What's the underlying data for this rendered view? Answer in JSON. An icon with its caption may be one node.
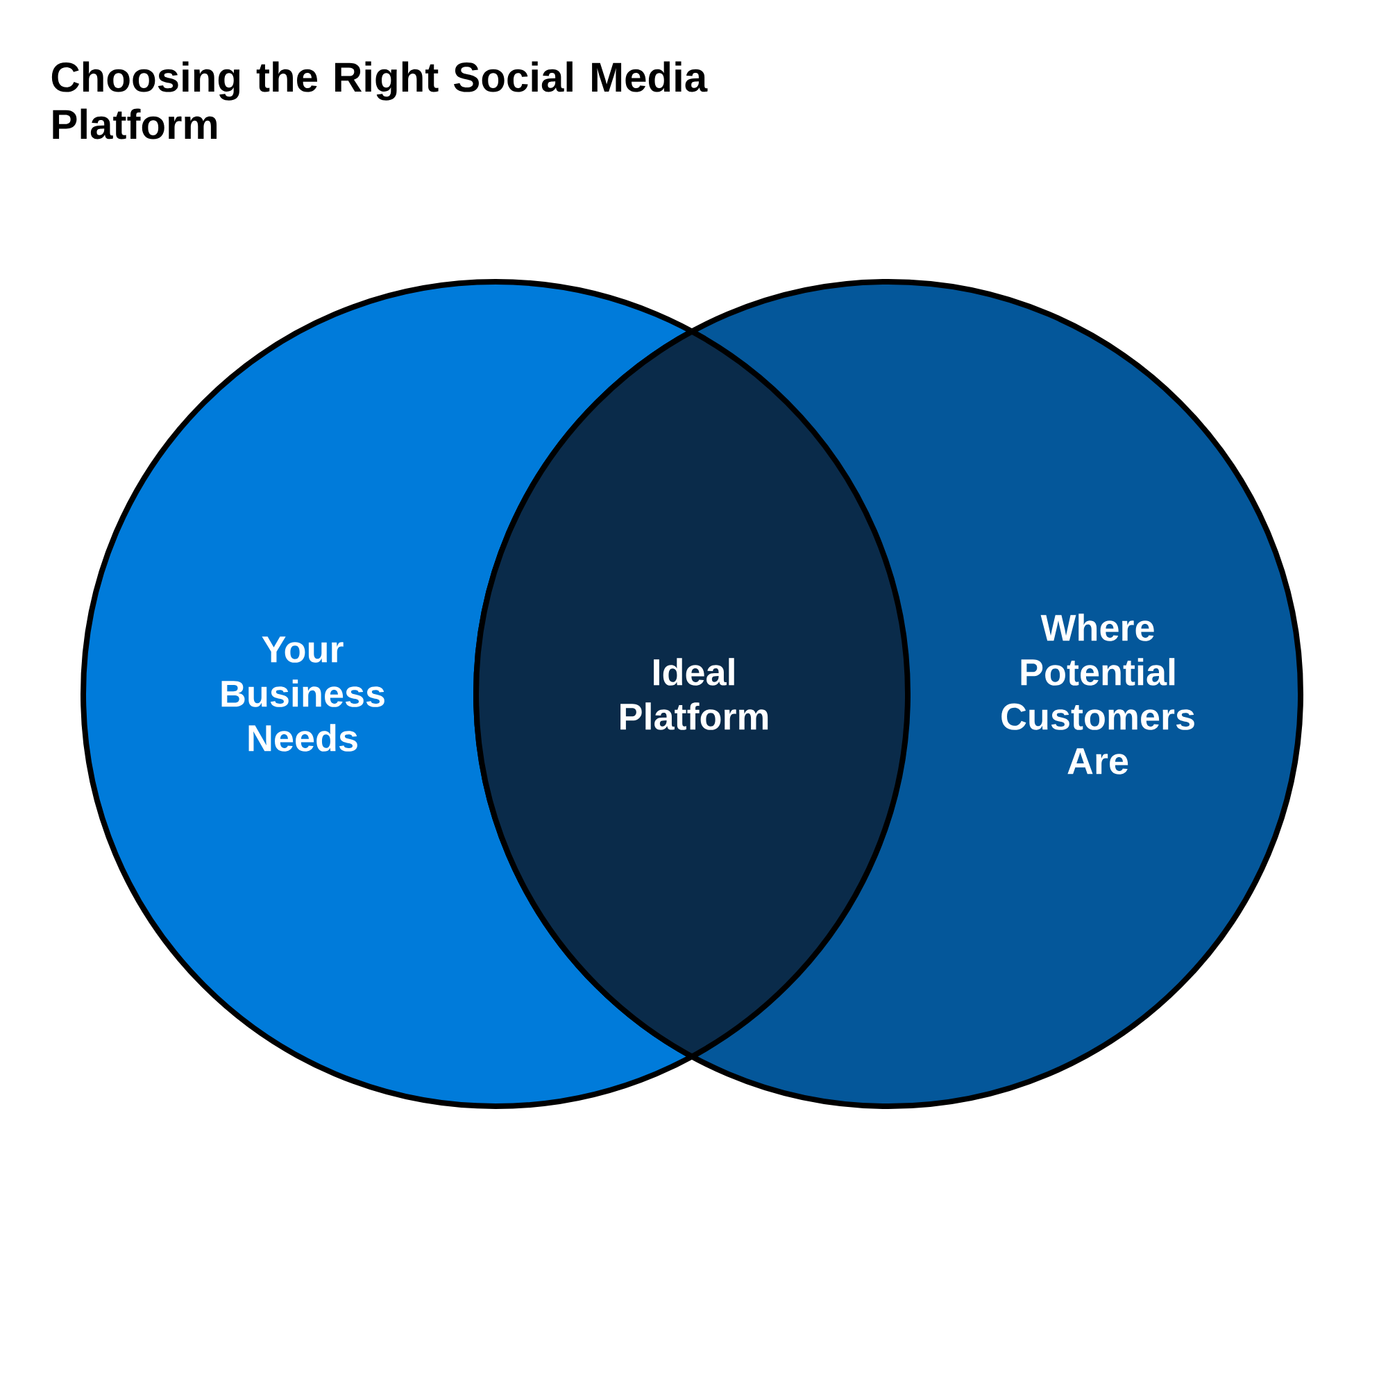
{
  "diagram": {
    "title": "Choosing the Right Social Media Platform",
    "nodes": [
      {
        "text": [
          "Your Business Needs"
        ]
      },
      {
        "text": [
          "Ideal Platform"
        ]
      },
      {
        "text": [
          "Where Potential Customers Are"
        ]
      }
    ],
    "edges": []
  }
}
